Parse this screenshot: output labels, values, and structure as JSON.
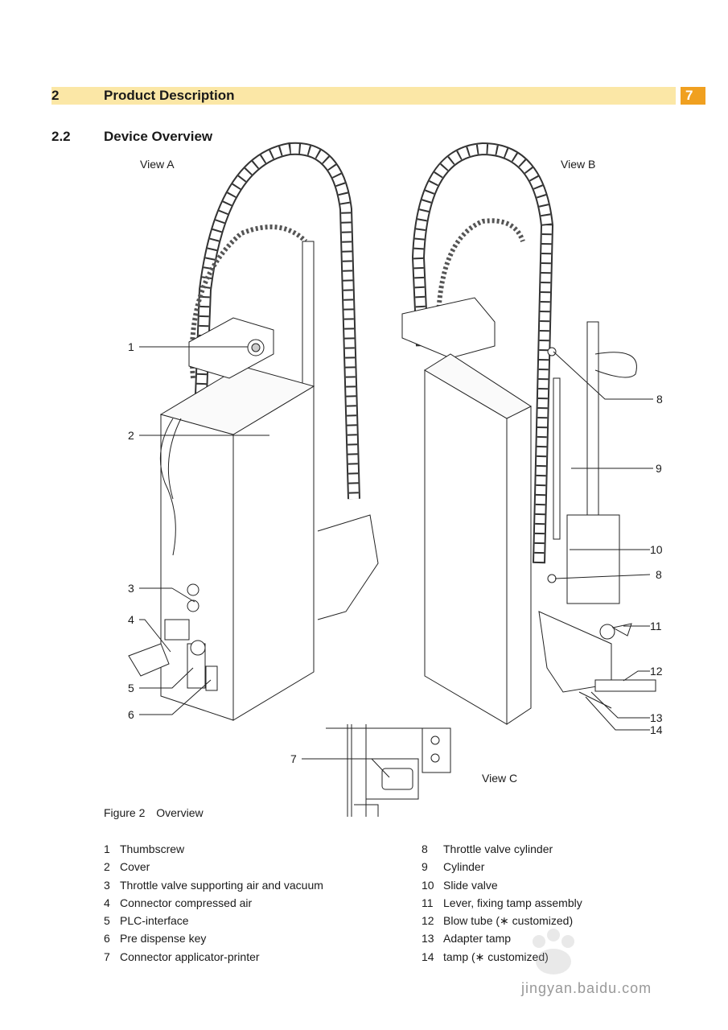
{
  "header": {
    "chapter_number": "2",
    "chapter_title": "Product Description",
    "page_number": "7"
  },
  "section": {
    "number": "2.2",
    "title": "Device Overview"
  },
  "views": {
    "a": "View A",
    "b": "View B",
    "c": "View C"
  },
  "callouts": [
    "1",
    "2",
    "3",
    "4",
    "5",
    "6",
    "7",
    "8",
    "9",
    "10",
    "8",
    "11",
    "12",
    "13",
    "14"
  ],
  "figure_caption": {
    "label": "Figure 2",
    "text": "Overview"
  },
  "legend_left": [
    {
      "n": "1",
      "text": "Thumbscrew"
    },
    {
      "n": "2",
      "text": "Cover"
    },
    {
      "n": "3",
      "text": "Throttle valve supporting air and vacuum"
    },
    {
      "n": "4",
      "text": "Connector compressed air"
    },
    {
      "n": "5",
      "text": "PLC-interface"
    },
    {
      "n": "6",
      "text": "Pre dispense key"
    },
    {
      "n": "7",
      "text": "Connector applicator-printer"
    }
  ],
  "legend_right": [
    {
      "n": "8",
      "text": "Throttle valve cylinder"
    },
    {
      "n": "9",
      "text": "Cylinder"
    },
    {
      "n": "10",
      "text": "Slide valve"
    },
    {
      "n": "11",
      "text": "Lever, fixing tamp assembly"
    },
    {
      "n": "12",
      "text": "Blow tube (∗ customized)"
    },
    {
      "n": "13",
      "text": "Adapter tamp"
    },
    {
      "n": "14",
      "text": "tamp (∗ customized)"
    }
  ],
  "watermark": {
    "text": "jingyan.baidu.com"
  },
  "colors": {
    "header_bar": "#fbe7a6",
    "page_box": "#f0a020"
  }
}
